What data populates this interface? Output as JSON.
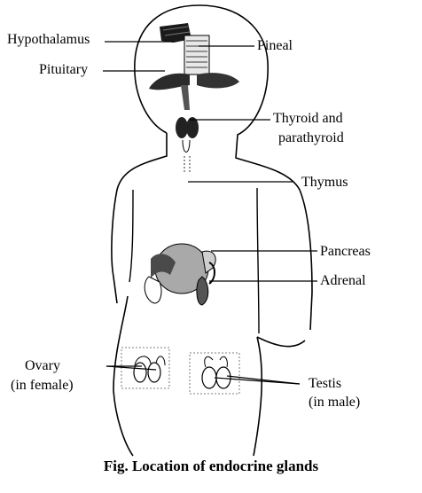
{
  "labels": {
    "hypothalamus": "Hypothalamus",
    "pineal": "Pineal",
    "pituitary": "Pituitary",
    "thyroid_line1": "Thyroid and",
    "thyroid_line2": "parathyroid",
    "thymus": "Thymus",
    "pancreas": "Pancreas",
    "adrenal": "Adrenal",
    "ovary_line1": "Ovary",
    "ovary_line2": "(in female)",
    "testis_line1": "Testis",
    "testis_line2": "(in male)"
  },
  "caption": "Fig. Location of endocrine glands"
}
